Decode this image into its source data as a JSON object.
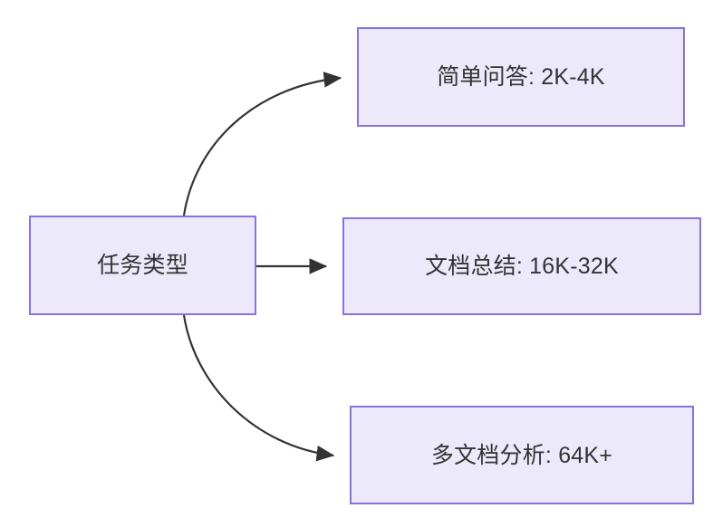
{
  "diagram": {
    "type": "flowchart",
    "direction": "left-to-right",
    "background_color": "#ffffff",
    "node_fill_color": "#ece9fb",
    "node_border_color": "#8b72d9",
    "node_text_color": "#333333",
    "edge_color": "#333333",
    "nodes": [
      {
        "id": "root",
        "label": "任务类型"
      },
      {
        "id": "qa",
        "label": "简单问答: 2K-4K"
      },
      {
        "id": "doc",
        "label": "文档总结: 16K-32K"
      },
      {
        "id": "multi",
        "label": "多文档分析: 64K+"
      }
    ],
    "edges": [
      {
        "from": "root",
        "to": "qa",
        "shape": "curved",
        "arrowhead": "solid-triangle"
      },
      {
        "from": "root",
        "to": "doc",
        "shape": "straight",
        "arrowhead": "solid-triangle"
      },
      {
        "from": "root",
        "to": "multi",
        "shape": "curved",
        "arrowhead": "solid-triangle"
      }
    ]
  }
}
